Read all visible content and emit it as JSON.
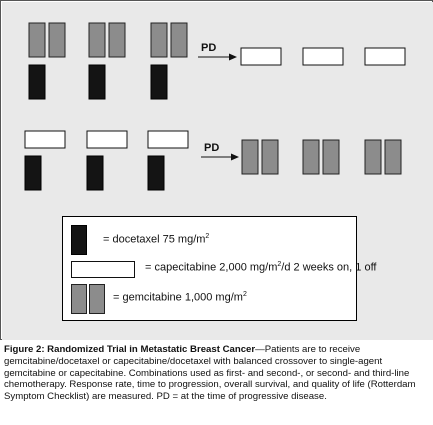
{
  "diagram": {
    "arrow_labels": [
      "PD",
      "PD"
    ],
    "colors": {
      "panel_bg": "#e9e9e9",
      "docetaxel": "#141414",
      "capecitabine": "#ffffff",
      "gemcitabine": "#8c8c8c"
    }
  },
  "legend": {
    "docetaxel_text": "= docetaxel 75 mg/m",
    "docetaxel_sup": "2",
    "capecitabine_text_a": "= capecitabine 2,000 mg/m",
    "capecitabine_sup": "2",
    "capecitabine_text_b": "/d 2 weeks on, 1 off",
    "gemcitabine_text": "= gemcitabine 1,000 mg/m",
    "gemcitabine_sup": "2"
  },
  "caption": {
    "title": "Figure 2: Randomized Trial in Metastatic Breast Cancer",
    "body": "—Patients are to receive gemcitabine/docetaxel or capecitabine/docetaxel with balanced crossover to single-agent gemcitabine or capecitabine. Combinations used as first- and second-, or second- and third-line chemotherapy. Response rate, time to progression, overall survival, and quality of life (Rotterdam Symptom Checklist) are measured. PD = at the time of progressive disease."
  }
}
